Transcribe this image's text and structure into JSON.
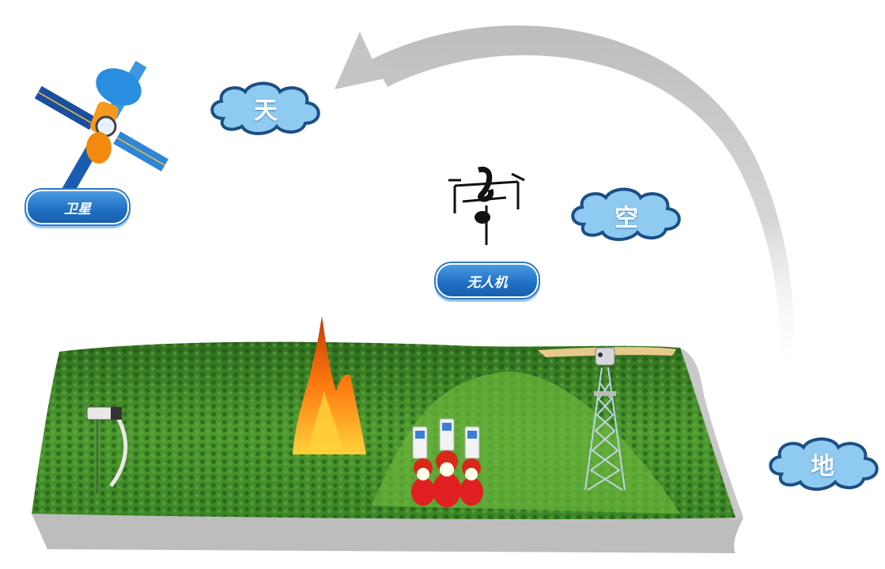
{
  "diagram": {
    "layers": [
      {
        "key": "sky",
        "label": "天"
      },
      {
        "key": "air",
        "label": "空"
      },
      {
        "key": "ground",
        "label": "地"
      }
    ],
    "devices": [
      {
        "key": "satellite",
        "label": "卫星"
      },
      {
        "key": "drone",
        "label": "无人机"
      }
    ],
    "ground_scene": {
      "elements": [
        "surveillance-camera",
        "forest-fire",
        "mobile-phones",
        "firefighters",
        "monitoring-tower"
      ]
    },
    "colors": {
      "cloud_fill": "#8fcaf0",
      "cloud_stroke": "#1b4f85",
      "pill": "#1f6fc4",
      "arrow": "#c8c8c8",
      "terrain": "#3f8f2a",
      "fire": "#ff7a10"
    }
  }
}
